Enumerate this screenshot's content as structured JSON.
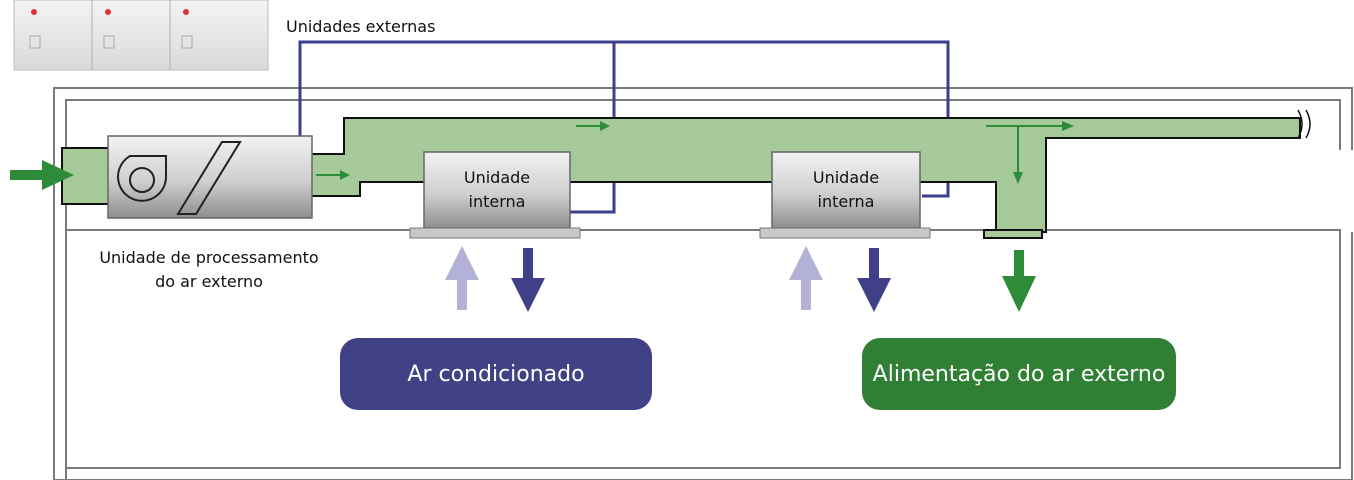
{
  "labels": {
    "outdoor_units": "Unidades externas",
    "processing_unit_line1": "Unidade de processamento",
    "processing_unit_line2": "do ar externo",
    "indoor_unit_1_line1": "Unidade",
    "indoor_unit_1_line2": "interna",
    "indoor_unit_2_line1": "Unidade",
    "indoor_unit_2_line2": "interna"
  },
  "legend": {
    "conditioned_air": "Ar condicionado",
    "outdoor_air_supply": "Alimentação do ar externo"
  },
  "colors": {
    "refrigerant_line": "#3e3f8c",
    "duct_fill": "#a6c99a",
    "green_arrow": "#2e8b3a",
    "blue_arrow": "#404088",
    "return_arrow": "#b3b2d6",
    "pill_blue": "#414285",
    "pill_green": "#2f7f35",
    "building_outline": "#7a7a7a"
  }
}
